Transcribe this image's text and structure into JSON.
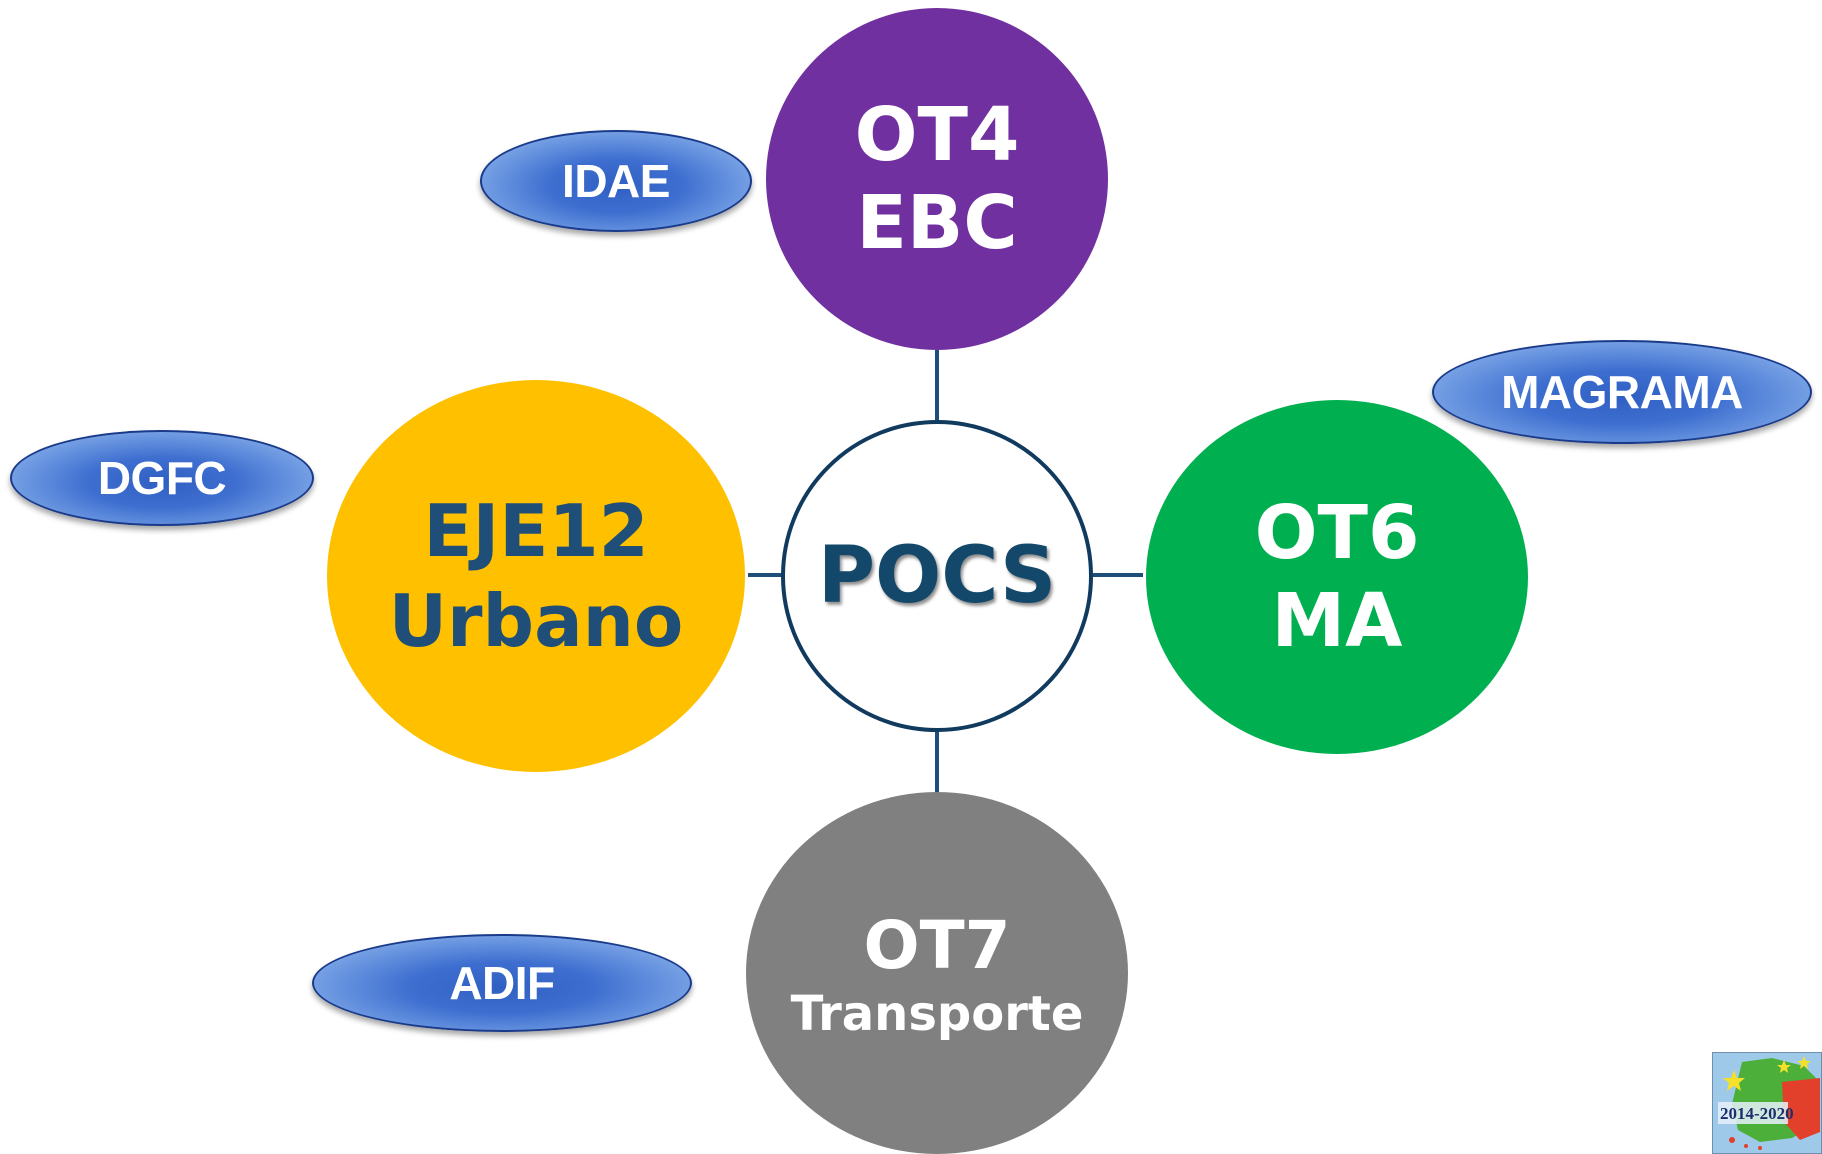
{
  "center": {
    "label": "POCS",
    "color": "#14486b"
  },
  "nodes": [
    {
      "id": "ot4",
      "line1": "OT4",
      "line2": "EBC",
      "fill": "#7030a0",
      "text_color": "#ffffff"
    },
    {
      "id": "ot6",
      "line1": "OT6",
      "line2": "MA",
      "fill": "#00b050",
      "text_color": "#ffffff"
    },
    {
      "id": "ot7",
      "line1": "OT7",
      "line2": "Transporte",
      "fill": "#808080",
      "text_color": "#ffffff"
    },
    {
      "id": "eje12",
      "line1": "EJE12",
      "line2": "Urbano",
      "fill": "#ffc000",
      "text_color": "#1f4e79"
    }
  ],
  "organizations": [
    {
      "id": "idae",
      "label": "IDAE"
    },
    {
      "id": "magrama",
      "label": "MAGRAMA"
    },
    {
      "id": "dgfc",
      "label": "DGFC"
    },
    {
      "id": "adif",
      "label": "ADIF"
    }
  ],
  "logo": {
    "text": "2014-2020"
  }
}
